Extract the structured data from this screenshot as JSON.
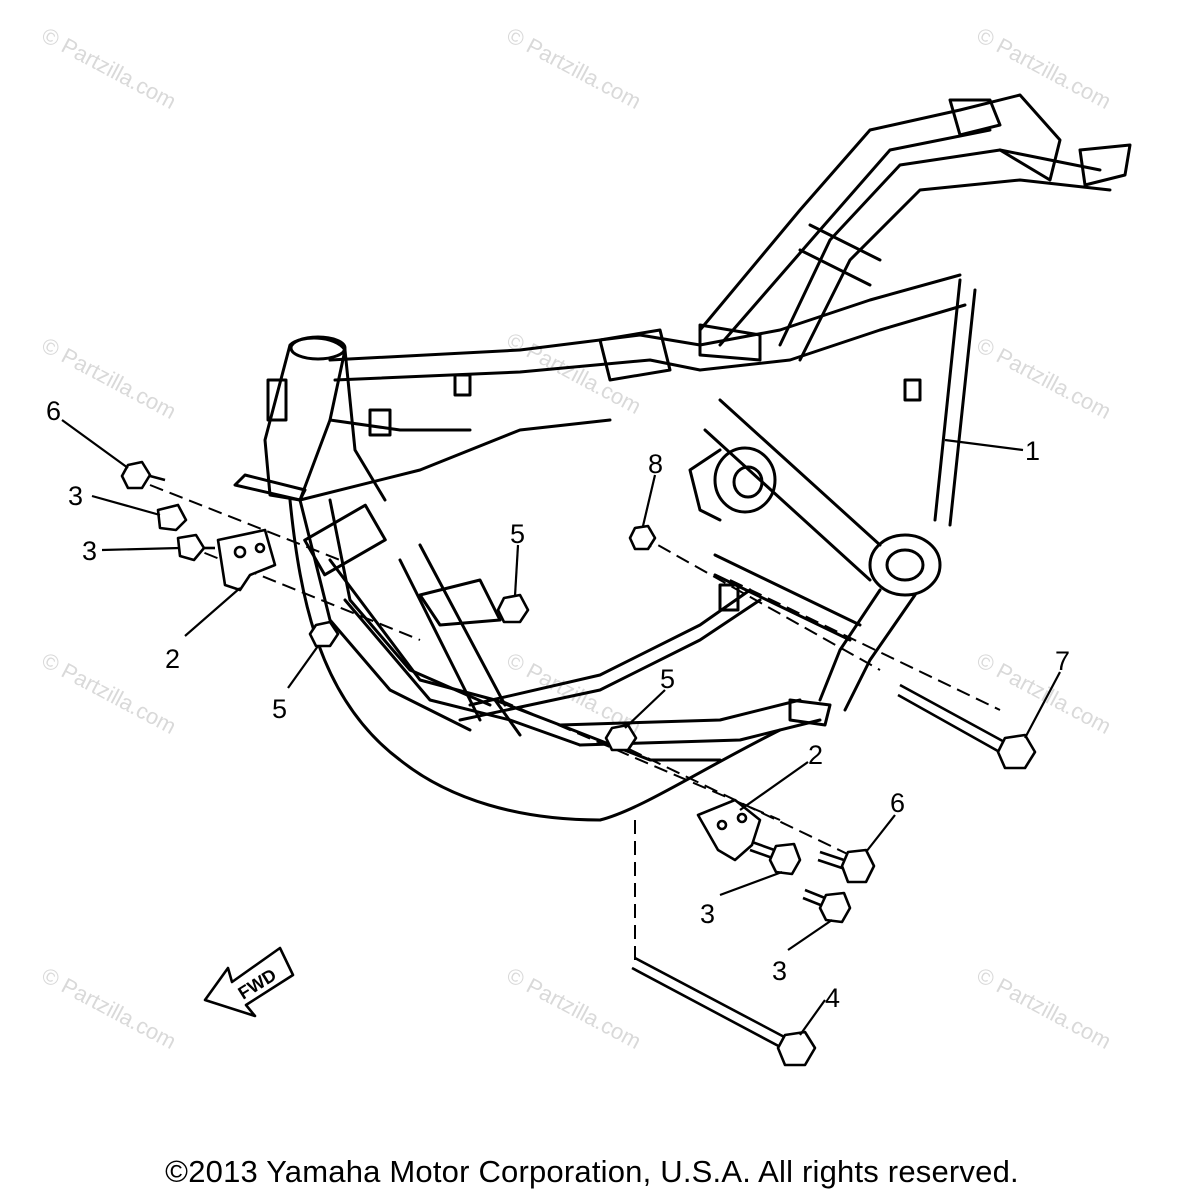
{
  "watermark": "© Partzilla.com",
  "fwd_label": "FWD",
  "copyright": "©2013 Yamaha Motor Corporation, U.S.A. All rights reserved.",
  "callouts": [
    {
      "id": "c1",
      "label": "1"
    },
    {
      "id": "c2a",
      "label": "2"
    },
    {
      "id": "c2b",
      "label": "2"
    },
    {
      "id": "c3a",
      "label": "3"
    },
    {
      "id": "c3b",
      "label": "3"
    },
    {
      "id": "c3c",
      "label": "3"
    },
    {
      "id": "c3d",
      "label": "3"
    },
    {
      "id": "c4",
      "label": "4"
    },
    {
      "id": "c5a",
      "label": "5"
    },
    {
      "id": "c5b",
      "label": "5"
    },
    {
      "id": "c5c",
      "label": "5"
    },
    {
      "id": "c6a",
      "label": "6"
    },
    {
      "id": "c6b",
      "label": "6"
    },
    {
      "id": "c7",
      "label": "7"
    },
    {
      "id": "c8",
      "label": "8"
    }
  ]
}
